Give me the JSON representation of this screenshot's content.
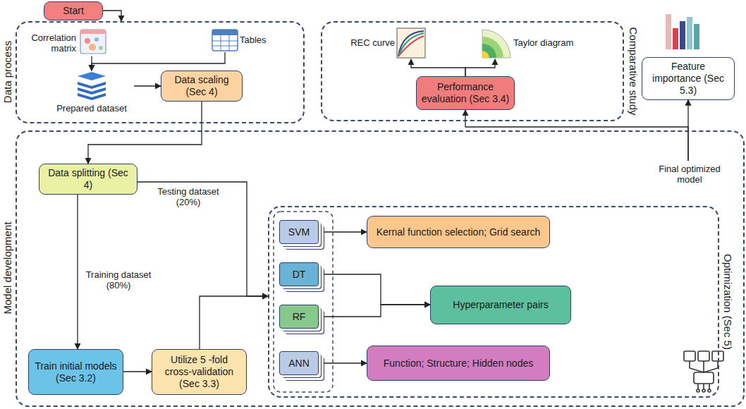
{
  "diagram": {
    "nodes": [
      {
        "text": [
          "Start"
        ]
      },
      {
        "text": [
          "Data process"
        ]
      },
      {
        "text": [
          "Correlation matrix"
        ],
        "in": 1
      },
      {
        "text": [
          "Tables"
        ],
        "in": 1
      },
      {
        "text": [
          "Prepared dataset"
        ],
        "in": 1
      },
      {
        "text": [
          "Data scaling (Sec 4)"
        ],
        "in": 1
      },
      {
        "text": [
          "Comparative study"
        ]
      },
      {
        "text": [
          "REC curve"
        ],
        "in": 6
      },
      {
        "text": [
          "Taylor diagram"
        ],
        "in": 6
      },
      {
        "text": [
          "Performance evaluation (Sec 3.4)"
        ],
        "in": 6
      },
      {
        "text": [
          "Feature importance (Sec 5.3)"
        ]
      },
      {
        "text": [
          "Model development"
        ]
      },
      {
        "text": [
          "Data splitting (Sec 4)"
        ],
        "in": 11
      },
      {
        "text": [
          "Train initial models (Sec 3.2)"
        ],
        "in": 11
      },
      {
        "text": [
          "Utilize 5 -fold cross-validation (Sec 3.3)"
        ],
        "in": 11
      },
      {
        "text": [
          "Optimization (Sec 5)"
        ],
        "in": 11
      },
      {
        "text": [
          "SVM"
        ],
        "in": 15
      },
      {
        "text": [
          "DT"
        ],
        "in": 15
      },
      {
        "text": [
          "RF"
        ],
        "in": 15
      },
      {
        "text": [
          "ANN"
        ],
        "in": 15
      },
      {
        "text": [
          "Kernal function selection; Grid search"
        ],
        "in": 15
      },
      {
        "text": [
          "Hyperparameter pairs"
        ],
        "in": 15
      },
      {
        "text": [
          "Function; Structure; Hidden nodes"
        ],
        "in": 15
      },
      {
        "text": [
          "Final optimized model"
        ],
        "in": 11
      }
    ],
    "edges": [
      {
        "from": 0,
        "to": 1,
        "arrow": "to"
      },
      {
        "from": 2,
        "to": 4,
        "arrow": "to"
      },
      {
        "from": 3,
        "to": 4,
        "arrow": "to"
      },
      {
        "from": 4,
        "to": 5,
        "arrow": "to"
      },
      {
        "from": 5,
        "to": 12,
        "arrow": "to"
      },
      {
        "from": 12,
        "to": 13,
        "label": "Training dataset (80%)",
        "arrow": "to"
      },
      {
        "from": 13,
        "to": 14,
        "arrow": "to"
      },
      {
        "from": 12,
        "to": 15,
        "label": "Testing dataset (20%)",
        "arrow": "to"
      },
      {
        "from": 14,
        "to": 15,
        "arrow": "to"
      },
      {
        "from": 16,
        "to": 20,
        "arrow": "to"
      },
      {
        "from": 17,
        "to": 21,
        "arrow": "to"
      },
      {
        "from": 18,
        "to": 21,
        "arrow": "to"
      },
      {
        "from": 19,
        "to": 22,
        "arrow": "to"
      },
      {
        "from": 23,
        "to": 10,
        "arrow": "to"
      },
      {
        "from": 23,
        "to": 9,
        "arrow": "to"
      },
      {
        "from": 9,
        "to": 7,
        "arrow": "to"
      },
      {
        "from": 9,
        "to": 8,
        "arrow": "to"
      }
    ]
  }
}
